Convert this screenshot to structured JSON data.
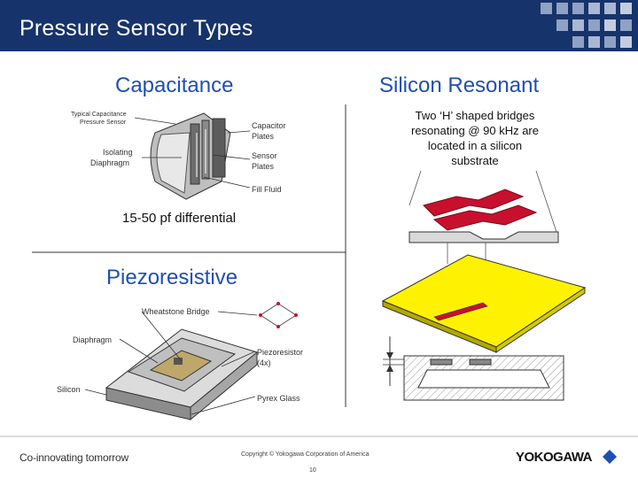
{
  "header": {
    "title": "Pressure Sensor Types"
  },
  "capacitance": {
    "heading": "Capacitance",
    "typical_label_line1": "Typical Capacitance",
    "typical_label_line2": "Pressure Sensor",
    "isolating_line1": "Isolating",
    "isolating_line2": "Diaphragm",
    "capacitor_line1": "Capacitor",
    "capacitor_line2": "Plates",
    "sensor_line1": "Sensor",
    "sensor_line2": "Plates",
    "fill_fluid": "Fill Fluid",
    "differential": "15-50 pf differential"
  },
  "silicon_resonant": {
    "heading": "Silicon Resonant",
    "description": "Two ‘H’ shaped bridges resonating @ 90 kHz are located in a silicon substrate"
  },
  "piezoresistive": {
    "heading": "Piezoresistive",
    "wheatstone": "Wheatstone Bridge",
    "diaphragm": "Diaphragm",
    "piezoresistor_line1": "Piezoresistor",
    "piezoresistor_line2": "(4x)",
    "silicon": "Silicon",
    "pyrex": "Pyrex Glass"
  },
  "footer": {
    "tagline": "Co-innovating tomorrow",
    "copyright": "Copyright © Yokogawa Corporation of America",
    "page": "10",
    "brand": "YOKOGAWA"
  },
  "colors": {
    "header": "#17336b",
    "heading_blue": "#1f4fb5",
    "yellow": "#fff200",
    "red": "#c8102e"
  }
}
